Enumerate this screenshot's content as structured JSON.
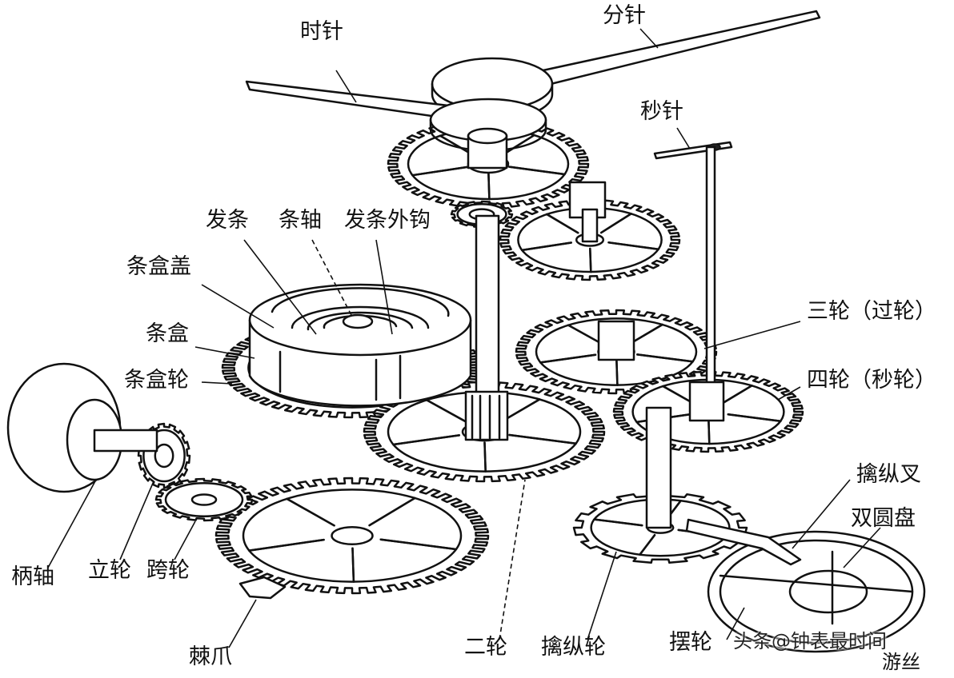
{
  "labels": {
    "hour_hand": "时针",
    "minute_hand": "分针",
    "second_hand": "秒针",
    "mainspring": "发条",
    "arbor": "条轴",
    "outer_hook": "发条外钩",
    "barrel_cover": "条盒盖",
    "barrel": "条盒",
    "barrel_wheel": "条盒轮",
    "third_wheel": "三轮（过轮）",
    "fourth_wheel": "四轮（秒轮）",
    "pallet_fork": "擒纵叉",
    "double_roller": "双圆盘",
    "winding_stem": "柄轴",
    "crown_wheel": "立轮",
    "transmission_wheel": "跨轮",
    "click": "棘爪",
    "second_wheel": "二轮",
    "escape_wheel": "擒纵轮",
    "balance_wheel": "摆轮",
    "hairspring": "游丝"
  },
  "watermark": "头条@钟表最时间"
}
